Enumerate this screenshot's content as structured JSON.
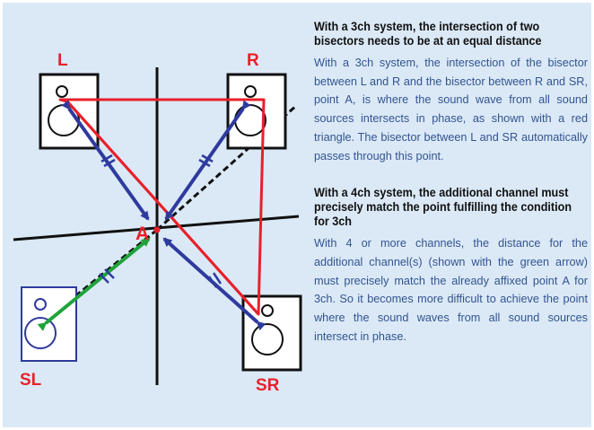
{
  "diagram": {
    "speaker_labels": {
      "L": "L",
      "R": "R",
      "SL": "SL",
      "SR": "SR"
    },
    "point_label": "A",
    "colors": {
      "background": "#dbe9f7",
      "red_triangle": "#e8202a",
      "blue_arrow": "#2e3a9e",
      "green_arrow": "#1fa33a",
      "label_red": "#e8202a",
      "speaker_L_R_SR_border": "#111111",
      "speaker_SL_border": "#2e3a9e"
    }
  },
  "text": {
    "heading_1": "With a 3ch system, the intersection of two bisectors needs to be at an equal distance",
    "body_1": "With a 3ch system, the intersection of the bisector between L and R and the bisector between R and SR, point A, is where the sound wave from all sound sources intersects in phase, as shown with a red triangle. The bisector between L and SR automatically passes through this point.",
    "heading_2": "With a 4ch system, the additional channel must precisely match the point fulfilling the condition for 3ch",
    "body_2": "With 4 or more channels, the distance for the additional channel(s) (shown with the green arrow) must precisely match the already affixed point A for 3ch. So it becomes more difficult to achieve the point where the sound waves from all sound sources intersect in phase."
  }
}
